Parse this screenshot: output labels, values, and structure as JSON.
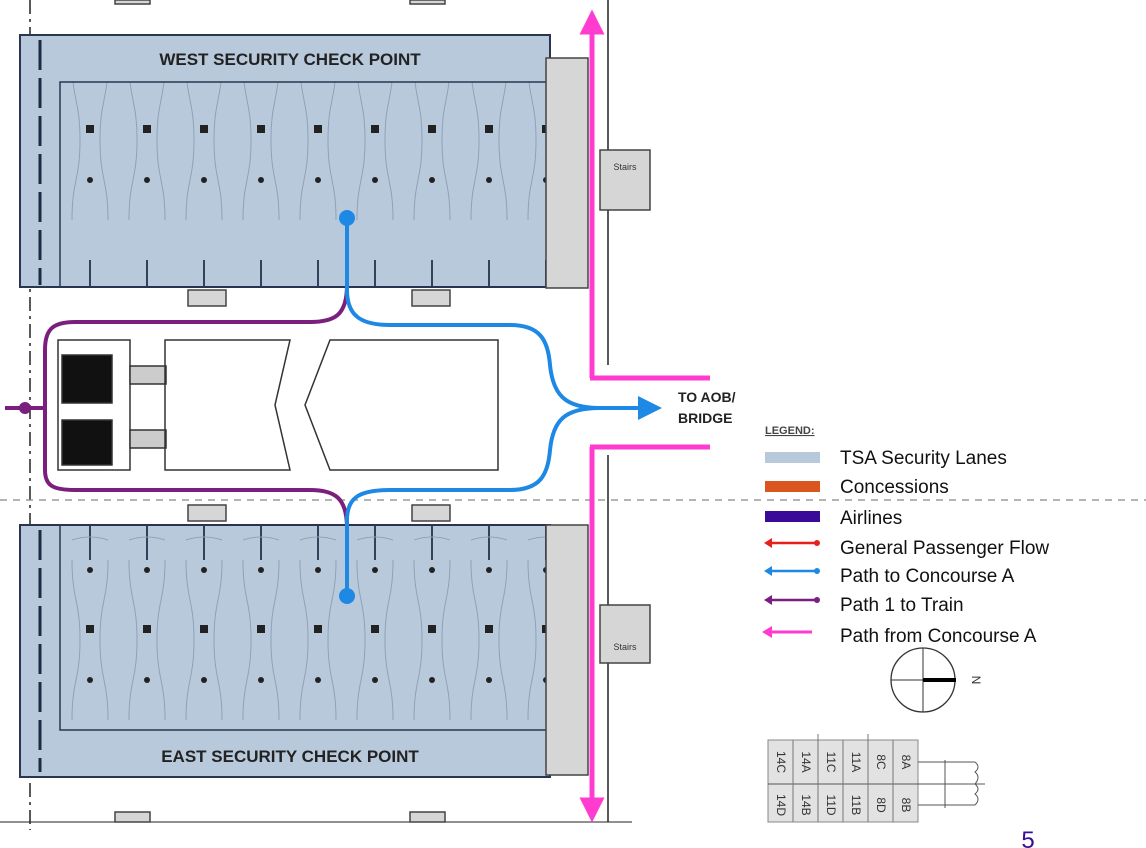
{
  "plan": {
    "west_title": "WEST SECURITY CHECK POINT",
    "east_title": "EAST SECURITY CHECK POINT",
    "destination_line1": "TO AOB/",
    "destination_line2": "BRIDGE",
    "stairs_label": "Stairs"
  },
  "legend": {
    "title": "LEGEND:",
    "items": [
      {
        "label": "TSA Security Lanes",
        "color": "#b9c9dc",
        "type": "swatch"
      },
      {
        "label": "Concessions",
        "color": "#d9561f",
        "type": "swatch"
      },
      {
        "label": "Airlines",
        "color": "#3a0a99",
        "type": "swatch"
      },
      {
        "label": "General Passenger Flow",
        "color": "#e8201c",
        "type": "arrow"
      },
      {
        "label": "Path to Concourse A",
        "color": "#1e88e5",
        "type": "arrow"
      },
      {
        "label": "Path 1 to Train",
        "color": "#7b1f7e",
        "type": "arrow"
      },
      {
        "label": "Path from Concourse A",
        "color": "#ff3ccf",
        "type": "arrow"
      }
    ]
  },
  "compass": {
    "north_label": "N"
  },
  "gate_table": {
    "top": [
      "14C",
      "14A",
      "11C",
      "11A",
      "8C",
      "8A"
    ],
    "bottom": [
      "14D",
      "14B",
      "11D",
      "11B",
      "8D",
      "8B"
    ]
  },
  "page_number": "5"
}
